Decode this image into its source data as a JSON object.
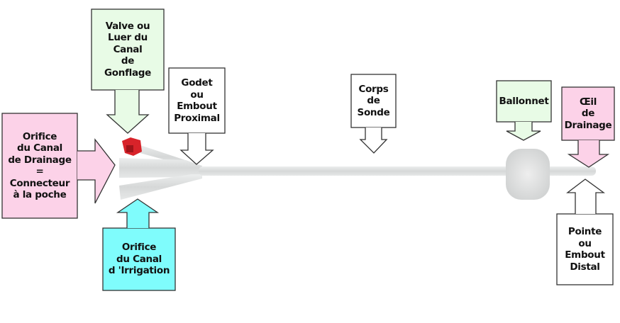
{
  "colors": {
    "green_box": "#e8fbe6",
    "pink_box": "#fcd2e8",
    "cyan_box": "#7ffcfc",
    "white_box": "#ffffff",
    "catheter": "#dcdede",
    "valve": "#d8232a"
  },
  "labels": {
    "valve": "Valve ou\nLuer du\nCanal\nde\nGonflage",
    "godet": "Godet\nou\nEmbout\nProximal",
    "drainage_orifice": "Orifice\ndu Canal\nde Drainage\n=\nConnecteur\nà la poche",
    "irrigation": "Orifice\ndu Canal\nd 'Irrigation",
    "corps": "Corps\nde\nSonde",
    "ballonnet": "Ballonnet",
    "oeil": "Œil\nde\nDrainage",
    "pointe": "Pointe\nou\nEmbout\nDistal"
  }
}
